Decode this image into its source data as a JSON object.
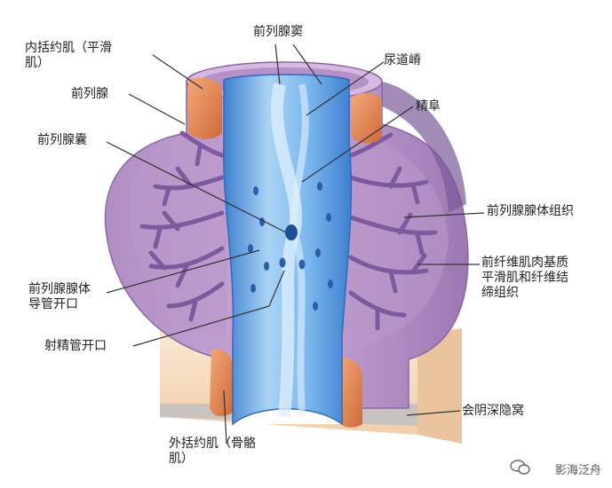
{
  "labels": {
    "internal_sphincter": "内括约肌（平滑\n肌）",
    "prostate_gland": "前列腺",
    "prostatic_utricle": "前列腺囊",
    "prostatic_sinus": "前列腺窦",
    "urethral_crest": "尿道嵴",
    "seminal_colliculus": "精阜",
    "prostatic_duct_openings": "前列腺腺体\n导管开口",
    "ejaculatory_duct_opening": "射精管开口",
    "glandular_tissue": "前列腺腺体组织",
    "fibromuscular_stroma": "前纤维肌肉基质\n平滑肌和纤维结\n缔组织",
    "deep_perineal_pouch": "会阴深隐窝",
    "external_sphincter": "外括约肌（骨骼\n肌）"
  },
  "watermark": {
    "text": "影海泛舟",
    "icon": "wechat-icon"
  },
  "colors": {
    "gland_outer": "#b896c8",
    "gland_inner": "#9d7bb5",
    "branch": "#7d5a9e",
    "urethra": "#5d9be0",
    "urethra_light": "#a9d3f5",
    "sphincter": "#e88a55",
    "pouch": "#f6dcc0",
    "leader": "#333333"
  }
}
